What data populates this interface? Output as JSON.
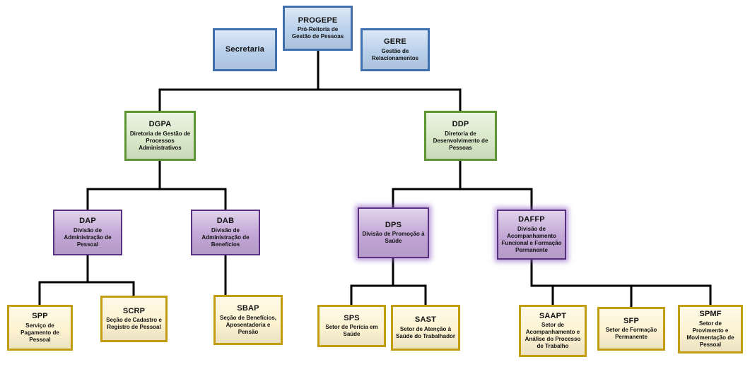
{
  "page_title": "Organograma PROGEPE",
  "colors": {
    "level1_fill": "#b9d0eb",
    "level1_border": "#3f6fad",
    "level2_fill": "#d8e8c8",
    "level2_border": "#5d9632",
    "level3_fill": "#c2a6d6",
    "level3_border": "#5a3080",
    "level4_fill": "#fdf3d1",
    "level4_border": "#c39d10",
    "connector_line": "#000000"
  },
  "nodes": {
    "progepe": {
      "title": "PROGEPE",
      "subtitle": "Pró-Reitoria de Gestão de Pessoas"
    },
    "secretaria": {
      "title": "Secretaria",
      "subtitle": ""
    },
    "gere": {
      "title": "GERE",
      "subtitle": "Gestão de Relacionamentos"
    },
    "dgpa": {
      "title": "DGPA",
      "subtitle": "Diretoria de Gestão de Processos Administrativos"
    },
    "ddp": {
      "title": "DDP",
      "subtitle": "Diretoria de Desenvolvimento de Pessoas"
    },
    "dap": {
      "title": "DAP",
      "subtitle": "Divisão de Administração de Pessoal"
    },
    "dab": {
      "title": "DAB",
      "subtitle": "Divisão de Administração de Benefícios"
    },
    "dps": {
      "title": "DPS",
      "subtitle": "Divisão de Promoção à Saúde"
    },
    "daffp": {
      "title": "DAFFP",
      "subtitle": "Divisão de Acompanhamento Funcional e Formação Permanente"
    },
    "spp": {
      "title": "SPP",
      "subtitle": "Serviço de Pagamento de Pessoal"
    },
    "scrp": {
      "title": "SCRP",
      "subtitle": "Seção de Cadastro e Registro de Pessoal"
    },
    "sbap": {
      "title": "SBAP",
      "subtitle": "Seção de Benefícios, Aposentadoria e Pensão"
    },
    "sps": {
      "title": "SPS",
      "subtitle": "Setor de Perícia em Saúde"
    },
    "sast": {
      "title": "SAST",
      "subtitle": "Setor de Atenção à Saúde do Trabalhador"
    },
    "saapt": {
      "title": "SAAPT",
      "subtitle": "Setor de Acompanhamento e Análise do Processo de Trabalho"
    },
    "sfp": {
      "title": "SFP",
      "subtitle": "Setor de Formação Permanente"
    },
    "spmf": {
      "title": "SPMF",
      "subtitle": "Setor de Provimento e Movimentação de Pessoal"
    }
  }
}
